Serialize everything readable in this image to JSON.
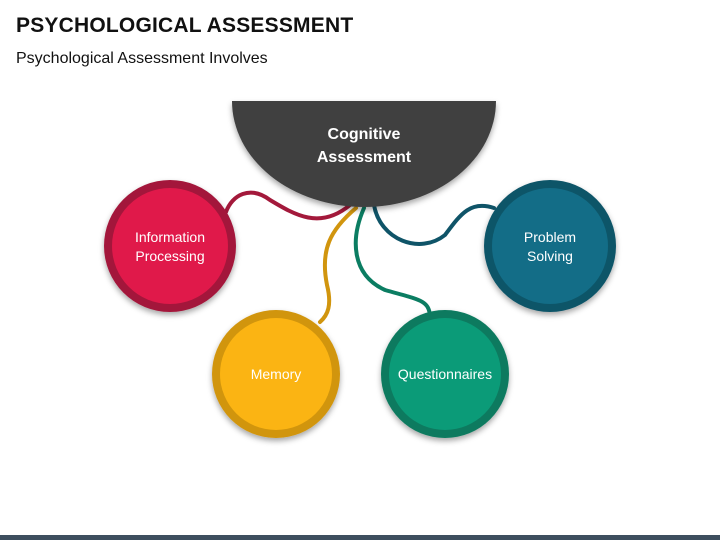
{
  "header": {
    "title": "PSYCHOLOGICAL ASSESSMENT",
    "subtitle": "Psychological Assessment Involves"
  },
  "hub": {
    "line1": "Cognitive",
    "line2": "Assessment",
    "color": "#404040"
  },
  "nodes": [
    {
      "id": "information-processing",
      "line1": "Information",
      "line2": "Processing",
      "color": "#e0194a",
      "ring": "#a3193b"
    },
    {
      "id": "memory",
      "line1": "Memory",
      "line2": "",
      "color": "#fbb413",
      "ring": "#d1950e"
    },
    {
      "id": "questionnaires",
      "line1": "Questionnaires",
      "line2": "",
      "color": "#0b9b78",
      "ring": "#0a7a5e"
    },
    {
      "id": "problem-solving",
      "line1": "Problem",
      "line2": "Solving",
      "color": "#136d87",
      "ring": "#0f5468"
    }
  ],
  "footer": {
    "color": "#3d4e5e"
  }
}
